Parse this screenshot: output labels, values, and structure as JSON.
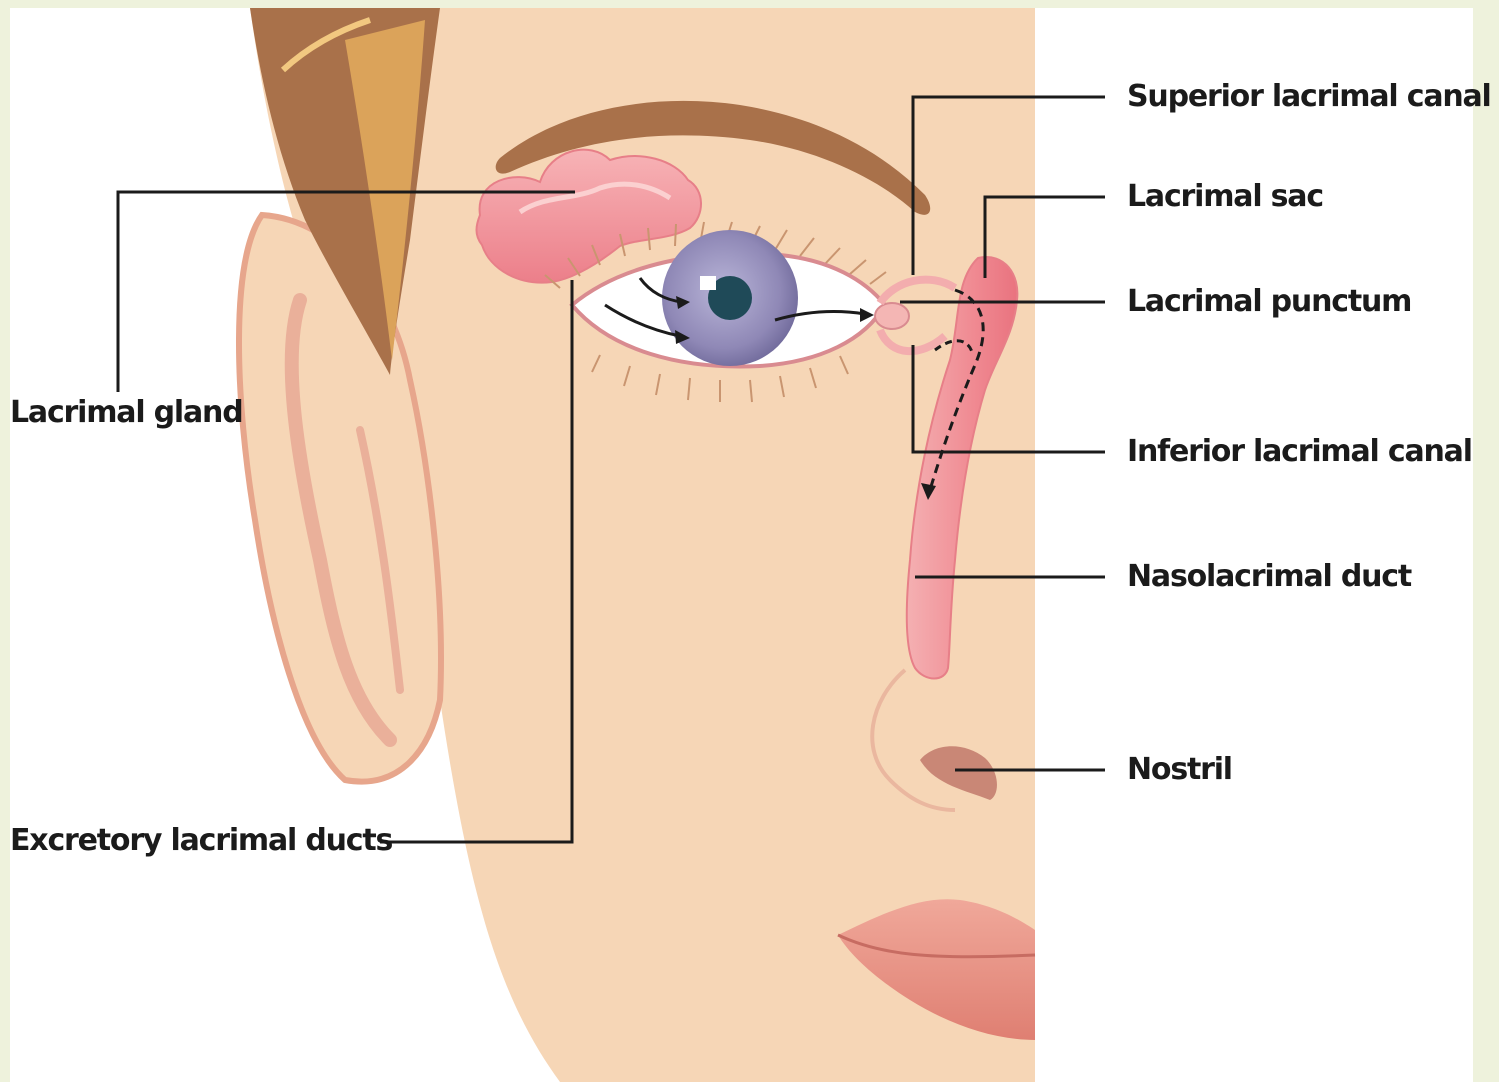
{
  "labels": {
    "superior_lacrimal_canal": "Superior lacrimal canal",
    "lacrimal_sac": "Lacrimal sac",
    "lacrimal_punctum": "Lacrimal punctum",
    "inferior_lacrimal_canal": "Inferior lacrimal canal",
    "nasolacrimal_duct": "Nasolacrimal duct",
    "nostril": "Nostril",
    "lacrimal_gland": "Lacrimal gland",
    "excretory_lacrimal_ducts": "Excretory lacrimal ducts"
  },
  "colors": {
    "page_border": "#eef2dc",
    "skin": "#f6d6b6",
    "hair": "#a9714a",
    "hair_highlight": "#e1aa58",
    "gland_pink": "#f08f98",
    "duct_pink": "#f2a3a6",
    "iris": "#8f88b6",
    "pupil": "#1f4a58",
    "lip": "#e58b80",
    "nostril": "#c98776",
    "leader_line": "#1b1b1b"
  }
}
